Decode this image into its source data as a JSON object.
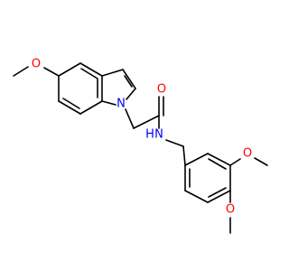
{
  "molecule": {
    "atoms": {
      "o_methoxy_indole": "O",
      "n_indole": "N",
      "o_carbonyl": "O",
      "n_amide": "N",
      "h_amide": "H",
      "o_methoxy_3": "O",
      "o_methoxy_4": "O"
    },
    "colors": {
      "bond": "#000000",
      "oxygen": "#ff0000",
      "nitrogen": "#0000ff"
    }
  }
}
